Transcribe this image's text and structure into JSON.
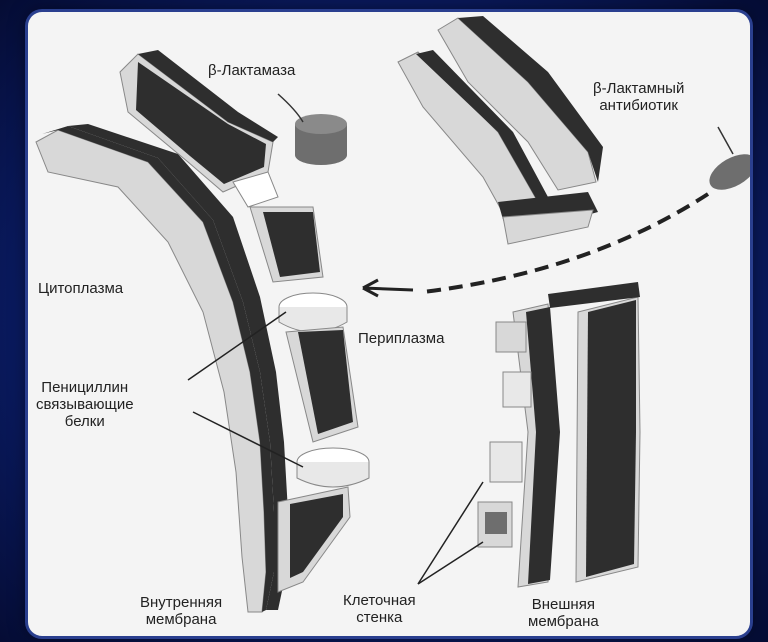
{
  "labels": {
    "beta_lactamase": "β-Лактамаза",
    "beta_lactam_antibiotic": "β-Лактамный\nантибиотик",
    "cytoplasm": "Цитоплазма",
    "periplasm": "Периплазма",
    "pbp": "Пенициллин\nсвязывающие\nбелки",
    "inner_membrane": "Внутренняя\nмембрана",
    "cell_wall": "Клеточная\nстенка",
    "outer_membrane": "Внешняя\nмембрана"
  },
  "colors": {
    "background": "#0b1f6e",
    "panel": "#f4f4f4",
    "membrane_dark": "#2e2e2e",
    "membrane_light": "#d8d8d8",
    "protein": "#ffffff",
    "enzyme": "#6e6e6e"
  }
}
